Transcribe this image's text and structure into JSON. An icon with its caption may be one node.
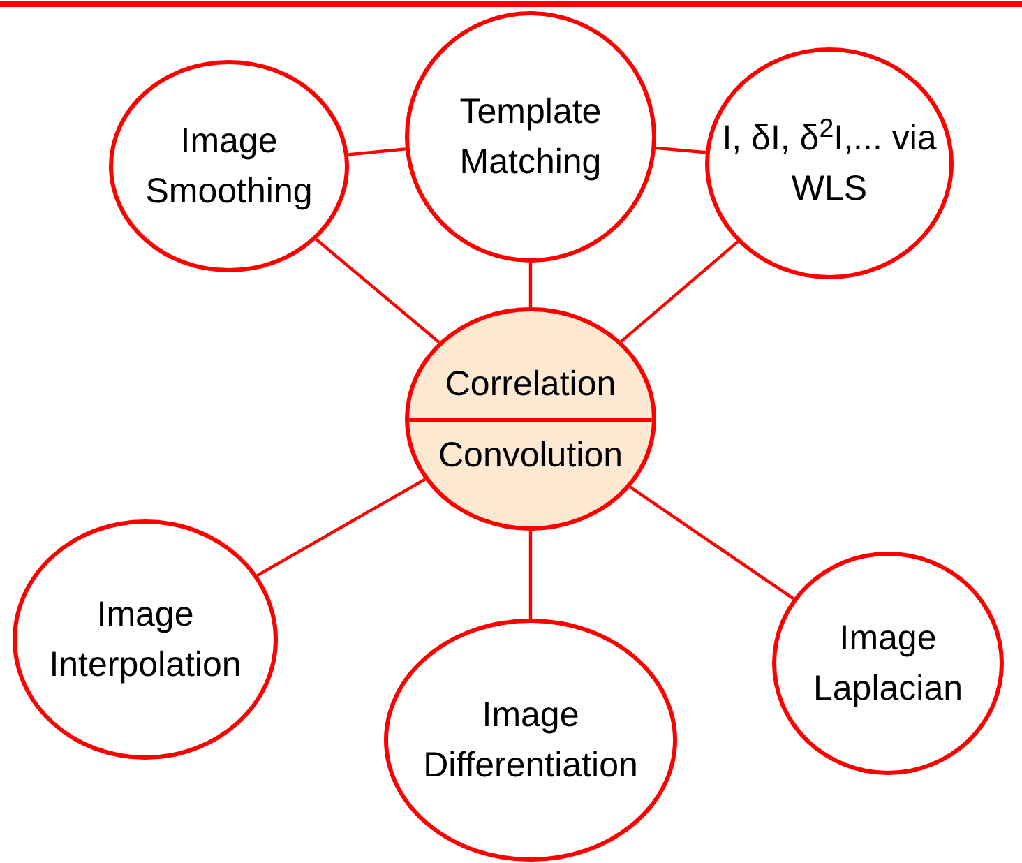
{
  "diagram": {
    "nodes": [
      {
        "text": [
          "Correlation",
          "Convolution"
        ]
      },
      {
        "text": [
          "Image Smoothing"
        ]
      },
      {
        "text": [
          "Template Matching"
        ]
      },
      {
        "text": [
          "I, δI, δ$^{2}$I,... via WLS"
        ]
      },
      {
        "text": [
          "Image Interpolation"
        ]
      },
      {
        "text": [
          "Image Differentiation"
        ]
      },
      {
        "text": [
          "Image Laplacian"
        ]
      }
    ],
    "edges": [
      {
        "from": 1,
        "to": 2,
        "arrow": "none"
      },
      {
        "from": 2,
        "to": 3,
        "arrow": "none"
      },
      {
        "from": 0,
        "to": 1,
        "arrow": "none"
      },
      {
        "from": 0,
        "to": 2,
        "arrow": "none"
      },
      {
        "from": 0,
        "to": 3,
        "arrow": "none"
      },
      {
        "from": 0,
        "to": 4,
        "arrow": "none"
      },
      {
        "from": 0,
        "to": 5,
        "arrow": "none"
      },
      {
        "from": 0,
        "to": 6,
        "arrow": "none"
      }
    ]
  }
}
